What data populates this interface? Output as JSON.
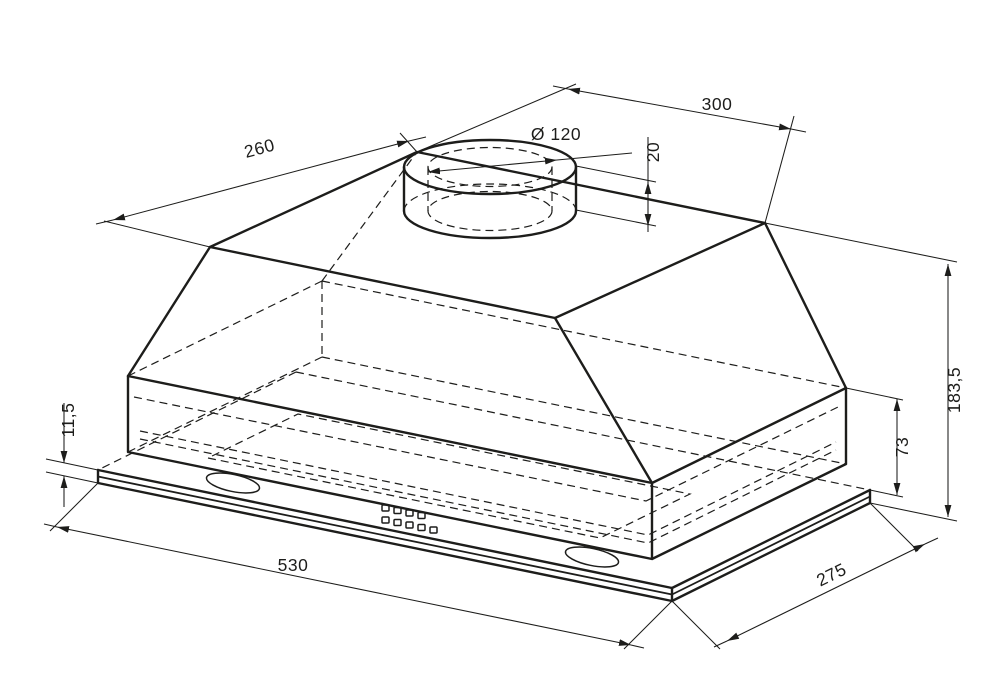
{
  "diagram": {
    "line_color": "#1d1d1b",
    "background_color": "#ffffff"
  },
  "dims": {
    "top_width": "300",
    "top_depth": "260",
    "duct_diameter": "Ø 120",
    "duct_height": "20",
    "overall_height": "183,5",
    "body_height": "73",
    "flange_height": "11,5",
    "base_width": "530",
    "base_depth": "275"
  }
}
